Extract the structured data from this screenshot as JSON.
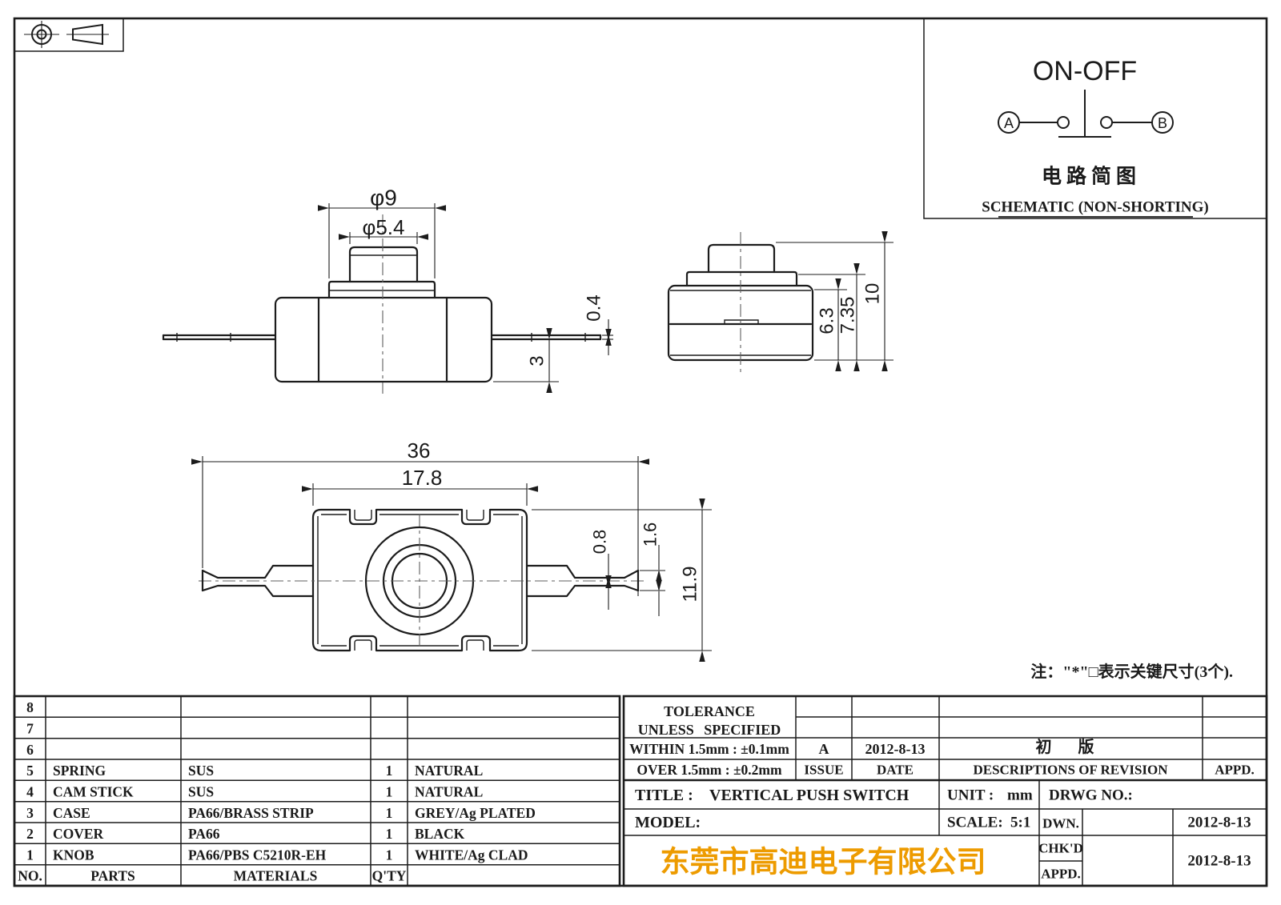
{
  "colors": {
    "line": "#1c1c1c",
    "company_text": "#ED9B00"
  },
  "schematic": {
    "mode_label": "ON-OFF",
    "terminal_a": "A",
    "terminal_b": "B",
    "caption_cn": "电路简图",
    "caption_en": "SCHEMATIC (NON-SHORTING)"
  },
  "note": "注：\"*\"□表示关键尺寸(3个).",
  "dims": {
    "front_dia_outer": "φ9",
    "front_dia_inner": "φ5.4",
    "front_lead_thickness": "0.4",
    "front_lead_height": "3",
    "side_body_height": "6.3",
    "side_flange_height": "7.35",
    "side_total_height": "10",
    "top_total_length": "36",
    "top_body_length": "17.8",
    "top_lead_width": "0.8",
    "top_tip_width": "1.6",
    "top_body_width": "11.9"
  },
  "parts_table": {
    "col_no": "NO.",
    "col_parts": "PARTS",
    "col_materials": "MATERIALS",
    "col_qty": "Q'TY",
    "rows": [
      {
        "no": "8",
        "part": "",
        "material": "",
        "qty": "",
        "finish": ""
      },
      {
        "no": "7",
        "part": "",
        "material": "",
        "qty": "",
        "finish": ""
      },
      {
        "no": "6",
        "part": "",
        "material": "",
        "qty": "",
        "finish": ""
      },
      {
        "no": "5",
        "part": "SPRING",
        "material": "SUS",
        "qty": "1",
        "finish": "NATURAL"
      },
      {
        "no": "4",
        "part": "CAM STICK",
        "material": "SUS",
        "qty": "1",
        "finish": "NATURAL"
      },
      {
        "no": "3",
        "part": "CASE",
        "material": "PA66/BRASS STRIP",
        "qty": "1",
        "finish": "GREY/Ag PLATED"
      },
      {
        "no": "2",
        "part": "COVER",
        "material": "PA66",
        "qty": "1",
        "finish": "BLACK"
      },
      {
        "no": "1",
        "part": "KNOB",
        "material": "PA66/PBS C5210R-EH",
        "qty": "1",
        "finish": "WHITE/Ag CLAD"
      }
    ]
  },
  "tolerance": {
    "line1": "TOLERANCE",
    "line2": "UNLESS SPECIFIED",
    "within": "WITHIN 1.5mm : ±0.1mm",
    "over": "OVER 1.5mm : ±0.2mm"
  },
  "revision": {
    "issue_label": "ISSUE",
    "date_label": "DATE",
    "desc_label": "DESCRIPTIONS OF REVISION",
    "appd_label": "APPD.",
    "entry": {
      "issue": "A",
      "date": "2012-8-13",
      "desc": "初 版",
      "appd": ""
    }
  },
  "title_block": {
    "title_label": "TITLE :",
    "title": "VERTICAL PUSH SWITCH",
    "unit_label": "UNIT :",
    "unit": "mm",
    "drwg_label": "DRWG NO.:",
    "model_label": "MODEL:",
    "scale_label": "SCALE:",
    "scale": "5:1",
    "dwn_label": "DWN.",
    "chkd_label": "CHK'D",
    "appd_label": "APPD.",
    "dwn_date": "2012-8-13",
    "chkd_date": "2012-8-13",
    "company": "东莞市高迪电子有限公司"
  }
}
